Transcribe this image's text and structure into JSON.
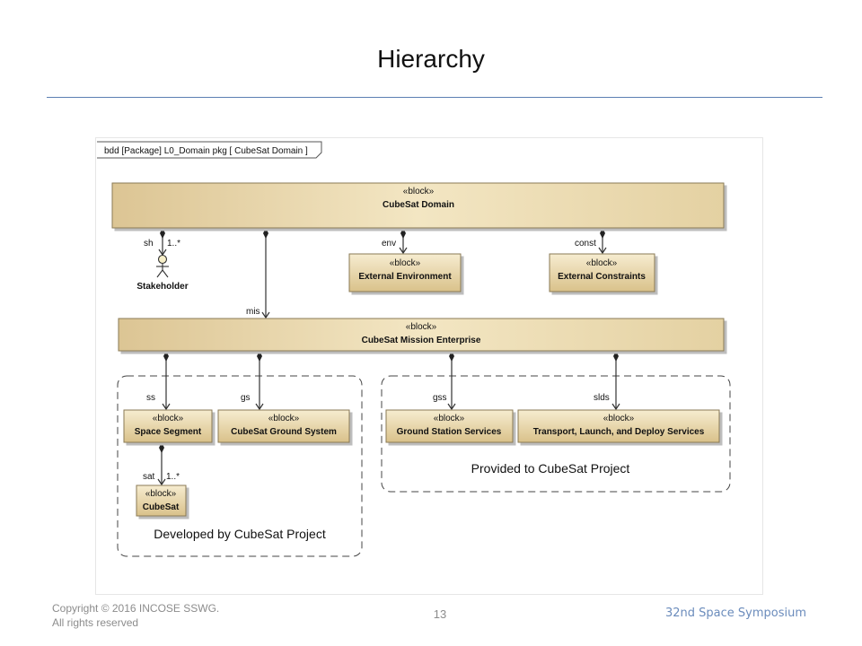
{
  "slide": {
    "title": "Hierarchy",
    "footer_copyright": "Copyright © 2016 INCOSE SSWG. All rights reserved",
    "page_number": "13",
    "event": "32nd Space Symposium"
  },
  "diagram": {
    "frame_label": "bdd [Package] L0_Domain pkg [ CubeSat Domain ]",
    "stereotype": "«block»",
    "blocks": {
      "cubesat_domain": "CubeSat Domain",
      "external_environment": "External Environment",
      "external_constraints": "External Constraints",
      "mission_enterprise": "CubeSat Mission Enterprise",
      "space_segment": "Space Segment",
      "ground_system": "CubeSat Ground System",
      "ground_station_services": "Ground Station Services",
      "tlds": "Transport, Launch, and Deploy Services",
      "cubesat": "CubeSat"
    },
    "actor": "Stakeholder",
    "roles": {
      "sh": "sh",
      "sh_mult": "1..*",
      "env": "env",
      "const": "const",
      "mis": "mis",
      "ss": "ss",
      "gs": "gs",
      "gss": "gss",
      "slds": "slds",
      "sat": "sat",
      "sat_mult": "1..*"
    },
    "packages": {
      "developed": "Developed by CubeSat Project",
      "provided": "Provided to CubeSat Project"
    }
  }
}
